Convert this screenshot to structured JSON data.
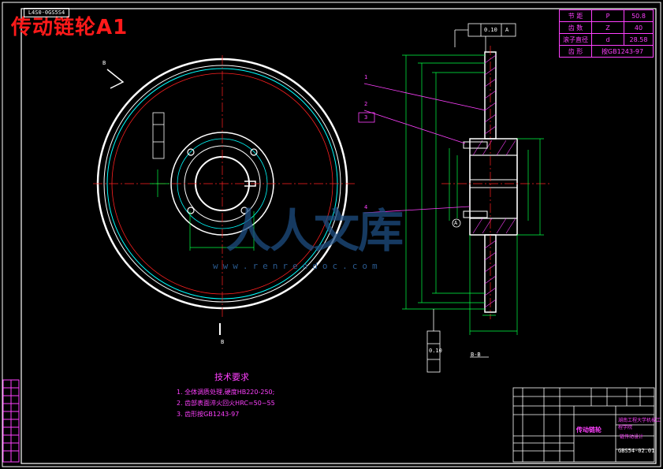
{
  "drawing": {
    "title": "传动链轮A1",
    "title_box": "L4S0-0GS5S4",
    "watermark": "人人文库",
    "watermark_sub": "www.renrendoc.com"
  },
  "params_table": {
    "rows": [
      {
        "name": "节  距",
        "symbol": "P",
        "value": "50.8"
      },
      {
        "name": "齿  数",
        "symbol": "Z",
        "value": "40"
      },
      {
        "name": "滚子直径",
        "symbol": "d",
        "value": "28.58"
      },
      {
        "name": "齿  形",
        "symbol": "",
        "value": "按GB1243-97"
      }
    ]
  },
  "tech_requirements": {
    "heading": "技术要求",
    "items": [
      "1. 全体调质处理,硬度HB220-250;",
      "2. 齿部表面淬火回火HRC=50~55",
      "3. 齿形按GB1243-97"
    ]
  },
  "section_labels": {
    "b_top": "B",
    "b_bottom": "B",
    "section_bb": "B-B",
    "leaders": [
      "1",
      "2",
      "3",
      "4"
    ],
    "tolerance_top": "0.10",
    "tolerance_datum": "A",
    "tolerance_side": "0.10",
    "datum_a": "A"
  },
  "title_block": {
    "part_name": "传动链轮",
    "organization": "湖南工程大学机械工程学院",
    "project": "链传动设计",
    "drawing_no": "GBS54-02.01"
  },
  "colors": {
    "frame": "#ffffff",
    "dimension": "#00ff44",
    "center_line": "#ff2020",
    "pitch_circle": "#00ffff",
    "annotation": "#ff40ff",
    "hatch": "#ff40ff",
    "title": "#ff1a1a"
  }
}
